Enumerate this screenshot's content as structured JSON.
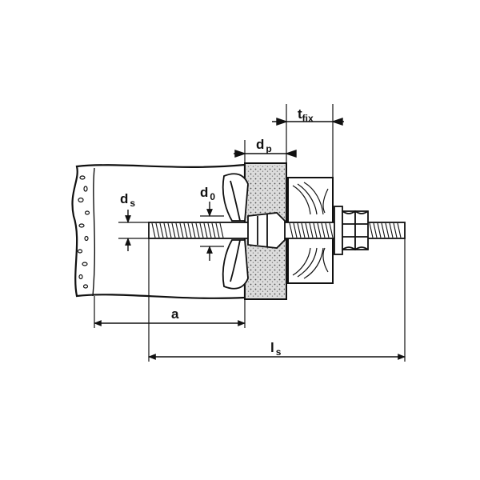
{
  "labels": {
    "t_fix_main": "t",
    "t_fix_sub": "fix",
    "d_p_main": "d",
    "d_p_sub": "p",
    "d_s_main": "d",
    "d_s_sub": "s",
    "d_0_main": "d",
    "d_0_sub": "0",
    "a": "a",
    "l_s_main": "l",
    "l_s_sub": "s"
  },
  "colors": {
    "stroke": "#111111",
    "plaster": "#dcdcdc",
    "background": "#ffffff"
  }
}
